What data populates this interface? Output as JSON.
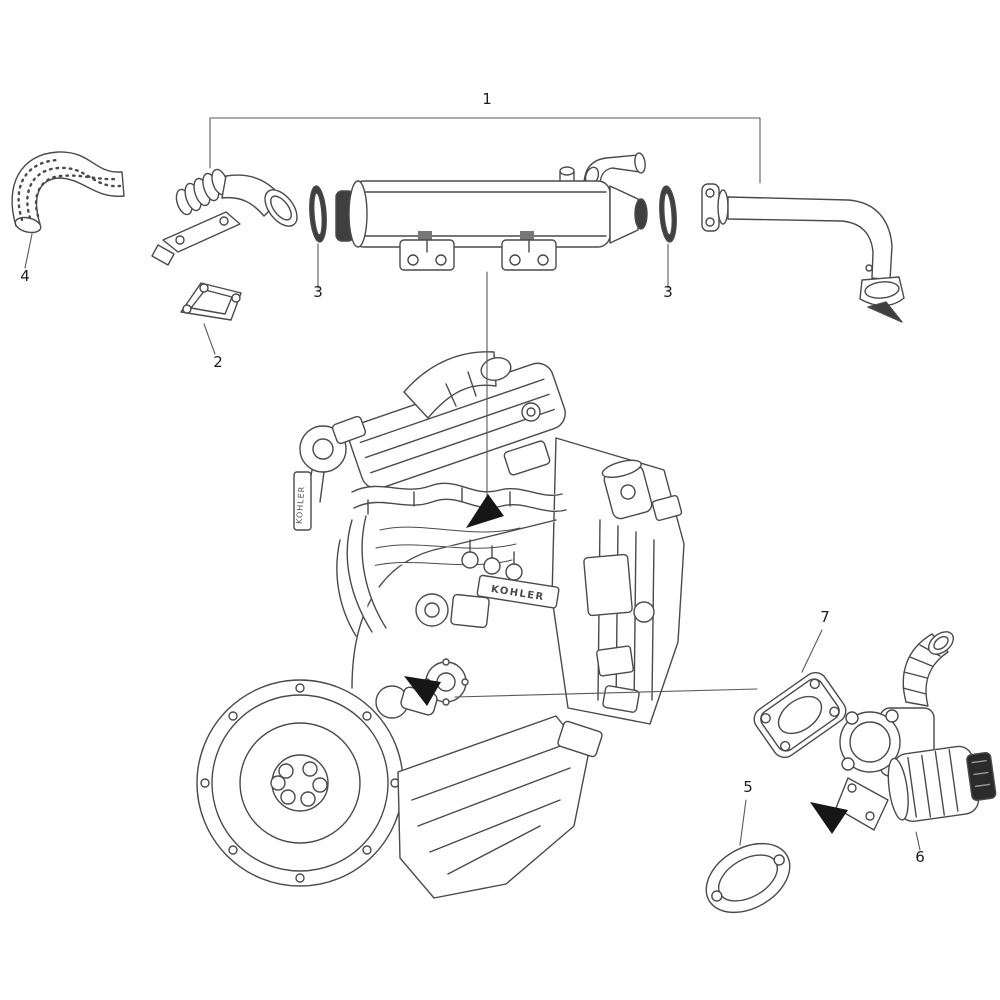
{
  "diagram": {
    "type": "exploded-parts-diagram",
    "subject": "Kohler diesel engine — EGR cooler and exhaust gas return system",
    "brand_text": "KOHLER",
    "line_color": "#4a4a4a",
    "background_color": "#ffffff",
    "arrow_color": "#161616",
    "callouts": [
      {
        "number": "1",
        "part": "egr-cooler-assembly"
      },
      {
        "number": "2",
        "part": "inlet-gasket"
      },
      {
        "number": "3",
        "part": "seal-ring-left"
      },
      {
        "number": "3",
        "part": "seal-ring-right"
      },
      {
        "number": "4",
        "part": "flexible-exhaust-hose"
      },
      {
        "number": "5",
        "part": "valve-oval-gasket"
      },
      {
        "number": "6",
        "part": "egr-valve-assembly"
      },
      {
        "number": "7",
        "part": "valve-plate-gasket"
      }
    ]
  }
}
